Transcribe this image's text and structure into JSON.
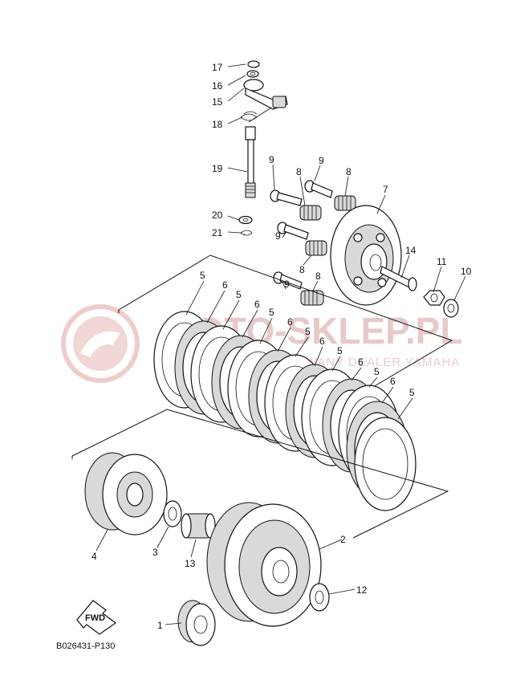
{
  "diagram": {
    "code": "B026431-P130",
    "fwd_label": "FWD",
    "watermark": {
      "brand": "MOTO-SKLEP.PL",
      "sub": "AUTORYZOWANY DEALER YAMAHA"
    },
    "callouts": {
      "c17": "17",
      "c16": "16",
      "c15": "15",
      "c18": "18",
      "c19": "19",
      "c20": "20",
      "c21": "21",
      "c9a": "9",
      "c9b": "9",
      "c9c": "9",
      "c9d": "9",
      "c8a": "8",
      "c8b": "8",
      "c8c": "8",
      "c8d": "8",
      "c7": "7",
      "c14": "14",
      "c11": "11",
      "c10": "10",
      "c5a": "5",
      "c5b": "5",
      "c5c": "5",
      "c5d": "5",
      "c5e": "5",
      "c5f": "5",
      "c5g": "5",
      "c6a": "6",
      "c6b": "6",
      "c6c": "6",
      "c6d": "6",
      "c6e": "6",
      "c6f": "6",
      "c4": "4",
      "c3": "3",
      "c13": "13",
      "c2": "2",
      "c12": "12",
      "c1": "1"
    }
  }
}
